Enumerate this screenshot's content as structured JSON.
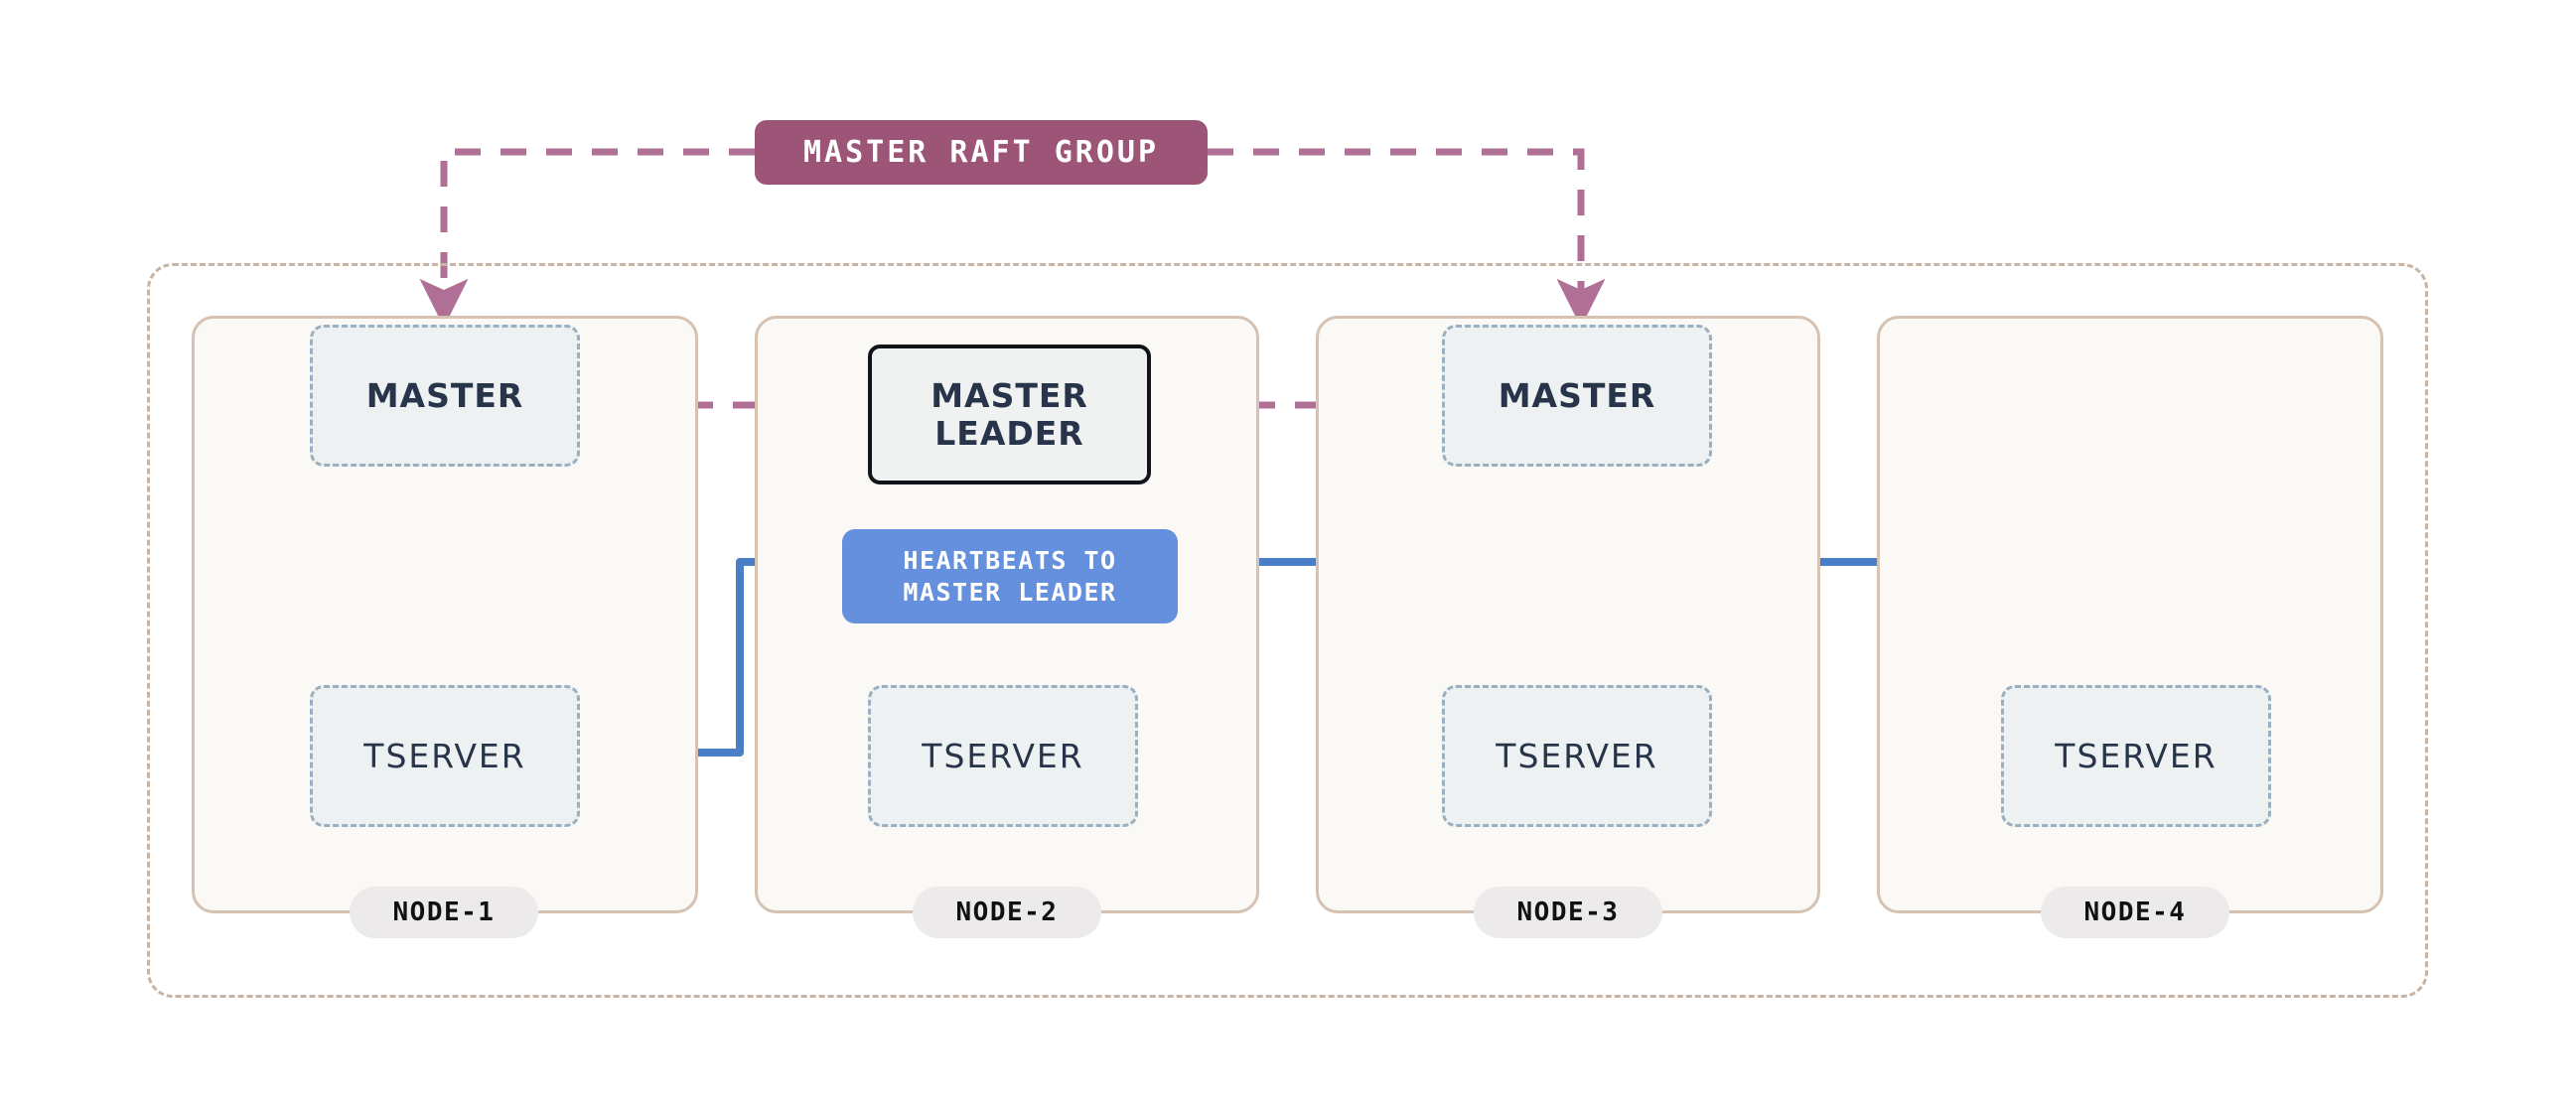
{
  "diagram": {
    "title": "YugabyteDB cluster master raft group and tserver heartbeats",
    "colors": {
      "raft_group": "#9c5577",
      "raft_edge": "#b06f94",
      "heartbeat": "#4a7fc8",
      "heartbeat_fill": "#6590dd",
      "node_border": "#d6c2b2",
      "node_fill": "#fbf9f6",
      "cluster_border": "#c8b4a4",
      "proc_fill": "#eef1f1",
      "proc_border": "#9aafc0",
      "proc_text": "#27344a",
      "leader_border": "#111418",
      "page_background": "#ffffff"
    }
  },
  "raft_group": {
    "label": "MASTER RAFT GROUP"
  },
  "heartbeats": {
    "line1": "HEARTBEATS TO",
    "line2": "MASTER LEADER"
  },
  "nodes": [
    {
      "id": "node-1",
      "label": "NODE-1",
      "master": {
        "label": "MASTER",
        "is_leader": false
      },
      "tserver": {
        "label": "TSERVER"
      }
    },
    {
      "id": "node-2",
      "label": "NODE-2",
      "master": {
        "label_line1": "MASTER",
        "label_line2": "LEADER",
        "is_leader": true
      },
      "tserver": {
        "label": "TSERVER"
      }
    },
    {
      "id": "node-3",
      "label": "NODE-3",
      "master": {
        "label": "MASTER",
        "is_leader": false
      },
      "tserver": {
        "label": "TSERVER"
      }
    },
    {
      "id": "node-4",
      "label": "NODE-4",
      "master": null,
      "tserver": {
        "label": "TSERVER"
      }
    }
  ]
}
